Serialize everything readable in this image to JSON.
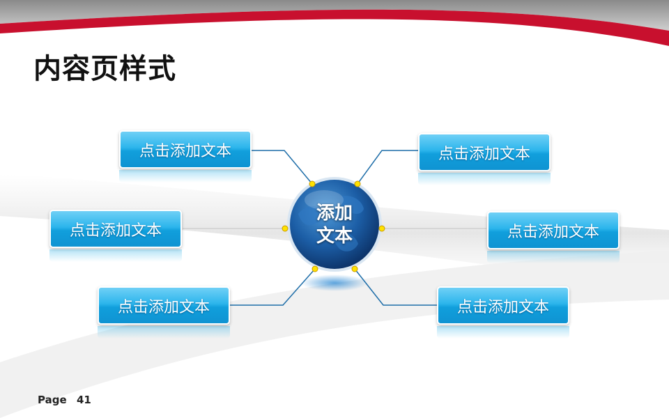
{
  "slide": {
    "title": "内容页样式",
    "page_label": "Page",
    "page_number": "41"
  },
  "diagram": {
    "center_label_line1": "添加",
    "center_label_line2": "文本",
    "boxes": [
      {
        "label": "点击添加文本"
      },
      {
        "label": "点击添加文本"
      },
      {
        "label": "点击添加文本"
      },
      {
        "label": "点击添加文本"
      },
      {
        "label": "点击添加文本"
      },
      {
        "label": "点击添加文本"
      }
    ]
  },
  "colors": {
    "header_red": "#c8102e",
    "box_blue": "#1aa7e2",
    "connector": "#1d6da8",
    "dot_yellow": "#ffe200",
    "globe_blue": "#1a5aa0"
  }
}
